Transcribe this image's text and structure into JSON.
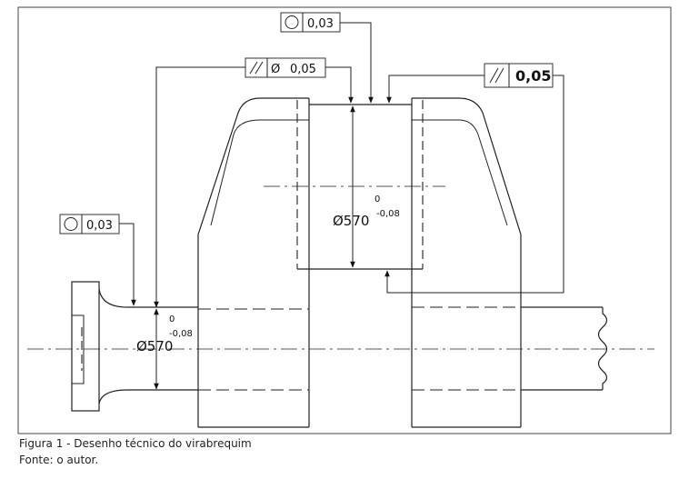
{
  "feature_frames": {
    "top_roundness": {
      "symbol": "circle",
      "value": "0,03"
    },
    "left_parallel_dia": {
      "symbol": "parallel",
      "prefix": "Ø",
      "value": "0,05"
    },
    "right_parallel": {
      "symbol": "parallel",
      "value": "0,05"
    },
    "left_roundness": {
      "symbol": "circle",
      "value": "0,03"
    }
  },
  "dimensions": {
    "center_diameter": {
      "value": "Ø570",
      "upper_tol": "0",
      "lower_tol": "-0,08"
    },
    "left_diameter": {
      "value": "Ø570",
      "upper_tol": "0",
      "lower_tol": "-0,08"
    }
  },
  "caption": {
    "figure": "Figura 1 - Desenho técnico do virabrequim",
    "source": "Fonte: o autor."
  }
}
